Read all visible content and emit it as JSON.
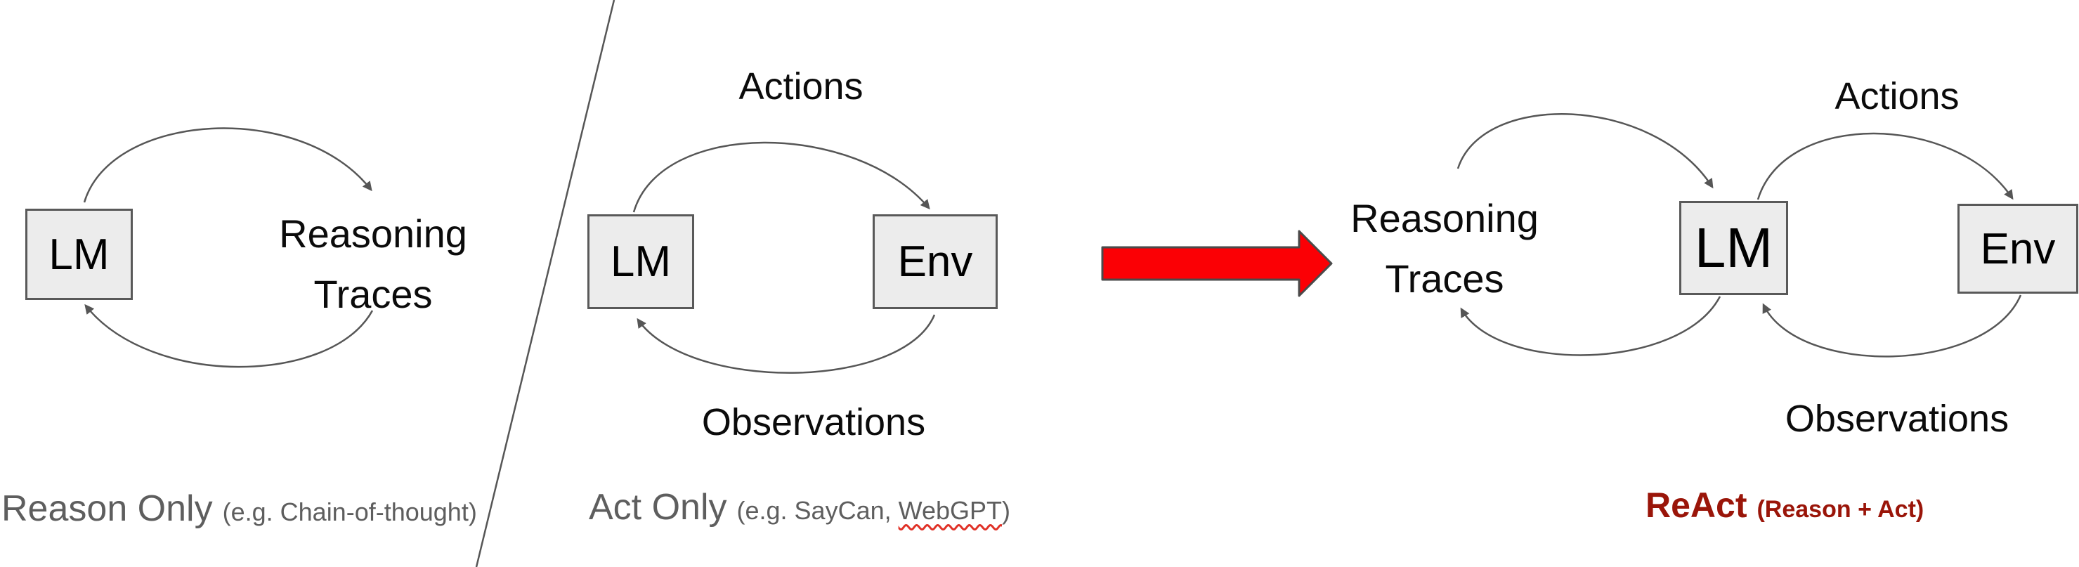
{
  "colors": {
    "background": "#ffffff",
    "box_fill": "#ececec",
    "box_border": "#595959",
    "line_gray": "#565656",
    "caption_gray": "#5e5e5e",
    "react_dark_red": "#9a1509",
    "block_arrow_red": "#fb0005",
    "squiggle_red": "#e03127",
    "text_black": "#0b0b0b"
  },
  "panels": {
    "reason_only": {
      "lm_label": "LM",
      "trace_label_line1": "Reasoning",
      "trace_label_line2": "Traces",
      "caption_main": "Reason Only",
      "caption_detail": "(e.g. Chain-of-thought)"
    },
    "act_only": {
      "lm_label": "LM",
      "env_label": "Env",
      "actions_label": "Actions",
      "observations_label": "Observations",
      "caption_main": "Act Only",
      "caption_detail_prefix": "(e.g. SayCan, ",
      "caption_detail_word": "WebGPT",
      "caption_detail_suffix": ")"
    },
    "react": {
      "trace_label_line1": "Reasoning",
      "trace_label_line2": "Traces",
      "lm_label": "LM",
      "env_label": "Env",
      "actions_label": "Actions",
      "observations_label": "Observations",
      "caption_main": "ReAct",
      "caption_detail": "(Reason + Act)"
    }
  }
}
